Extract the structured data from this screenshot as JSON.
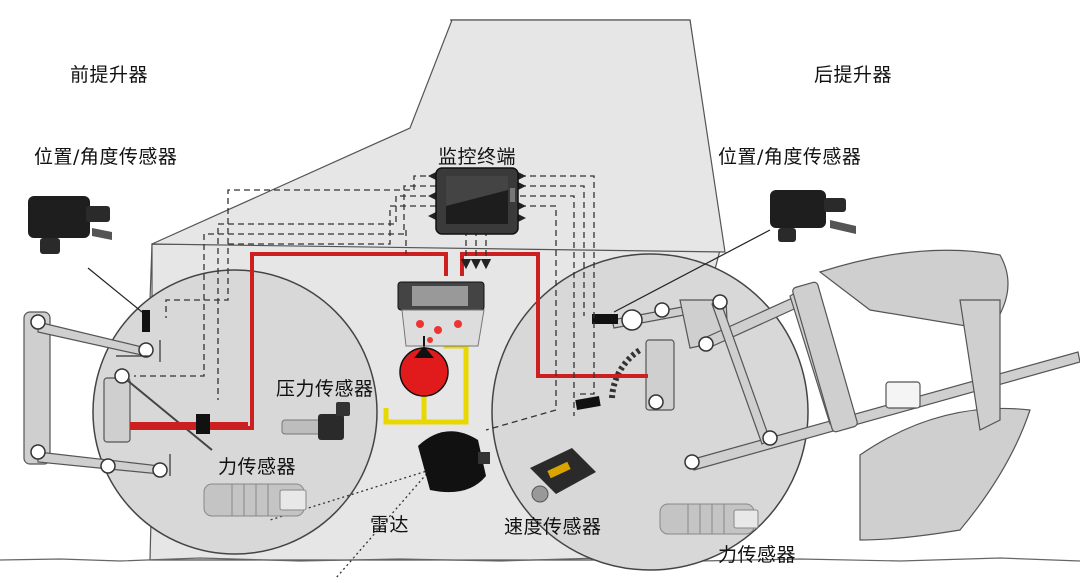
{
  "labels": {
    "front_lift": "前提升器",
    "rear_lift": "后提升器",
    "pos_sensor_front": "位置/角度传感器",
    "pos_sensor_rear": "位置/角度传感器",
    "monitor": "监控终端",
    "pressure_sensor": "压力传感器",
    "force_sensor_front": "力传感器",
    "force_sensor_rear": "力传感器",
    "radar": "雷达",
    "speed_sensor": "速度传感器"
  },
  "colors": {
    "body_fill": "#e6e6e6",
    "wheel_fill": "#d8d8d8",
    "hydraulic_line": "#cc1f1f",
    "return_line": "#e8d800",
    "pump": "#e11b1b",
    "outline": "#333333"
  },
  "icons": {
    "monitor": "display-terminal-icon",
    "position_sensor": "angle-sensor-icon",
    "pressure_sensor": "pressure-transducer-icon",
    "force_sensor": "load-cell-icon",
    "radar": "radar-sensor-icon",
    "speed_sensor": "speed-sensor-icon",
    "valve": "control-valve-icon",
    "pump": "hydraulic-pump-icon",
    "plough": "plough-icon"
  }
}
